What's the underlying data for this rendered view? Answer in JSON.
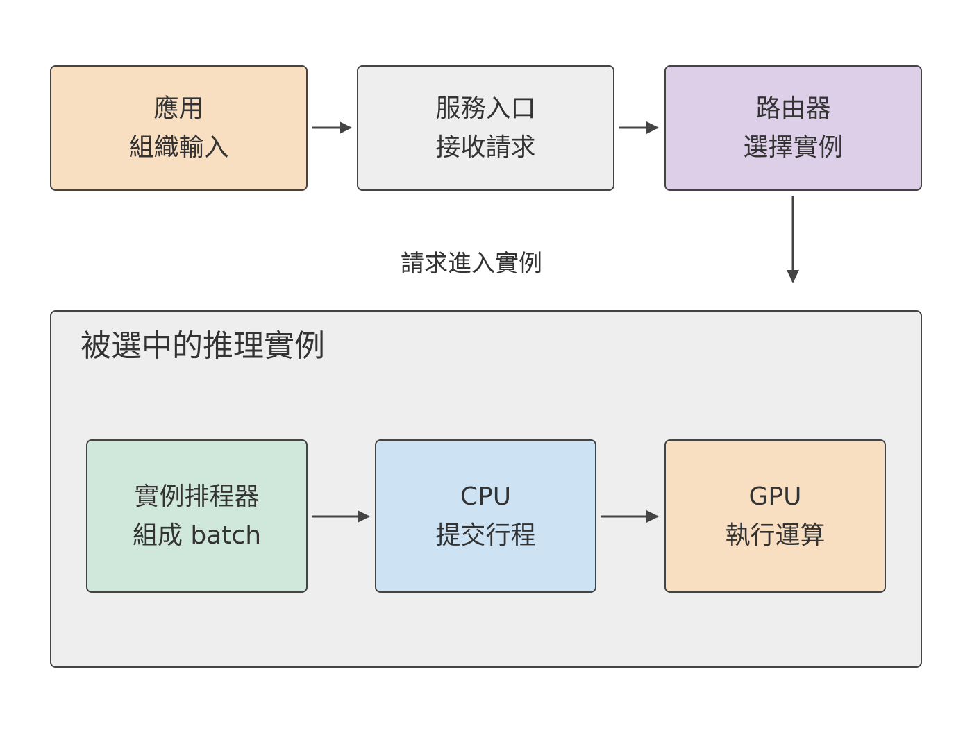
{
  "colors": {
    "orange": "#f9dfc1",
    "gray": "#eeeeee",
    "purple": "#decfe8",
    "green": "#d0e8dc",
    "blue": "#cde3f3",
    "border": "#444444"
  },
  "nodes": {
    "app": {
      "line1": "應用",
      "line2": "組織輸入"
    },
    "gateway": {
      "line1": "服務入口",
      "line2": "接收請求"
    },
    "router": {
      "line1": "路由器",
      "line2": "選擇實例"
    },
    "scheduler": {
      "line1": "實例排程器",
      "line2": "組成 batch"
    },
    "cpu": {
      "line1": "CPU",
      "line2": "提交行程"
    },
    "gpu": {
      "line1": "GPU",
      "line2": "執行運算"
    }
  },
  "group": {
    "title": "被選中的推理實例"
  },
  "edges": {
    "router_to_instance": "請求進入實例"
  }
}
